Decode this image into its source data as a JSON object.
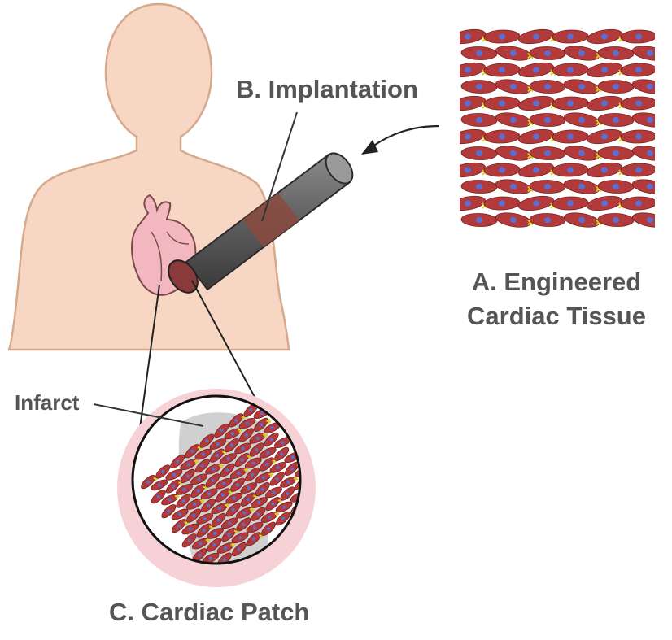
{
  "labels": {
    "engineered_tissue_line1": "A. Engineered",
    "engineered_tissue_line2": "Cardiac Tissue",
    "implantation": "B. Implantation",
    "infarct": "Infarct",
    "cardiac_patch": "C. Cardiac Patch"
  },
  "colors": {
    "skin": "#f7d7c4",
    "skin_outline": "#d6a98c",
    "heart": "#f3b8bf",
    "tissue_fiber": "#b33a3a",
    "tissue_nucleus": "#5a6fd6",
    "tissue_junction": "#d8d020",
    "catheter": "#595959",
    "patch_halo": "#f6d2d6",
    "label_text": "#555555"
  }
}
